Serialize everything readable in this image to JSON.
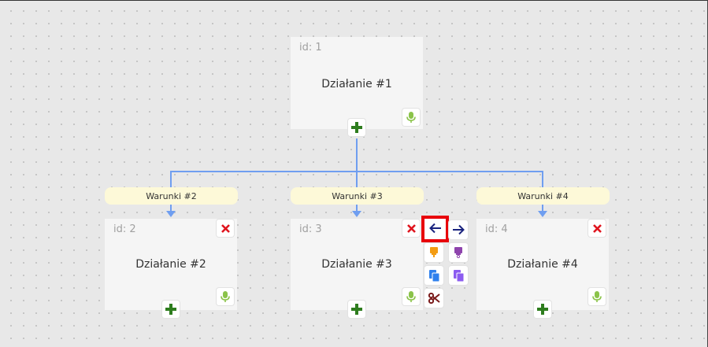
{
  "nodes": {
    "n1": {
      "id_label": "id: 1",
      "title": "Działanie #1"
    },
    "n2": {
      "id_label": "id: 2",
      "title": "Działanie #2"
    },
    "n3": {
      "id_label": "id: 3",
      "title": "Działanie #3"
    },
    "n4": {
      "id_label": "id: 4",
      "title": "Działanie #4"
    }
  },
  "conditions": {
    "c2": "Warunki #2",
    "c3": "Warunki #3",
    "c4": "Warunki #4"
  },
  "colors": {
    "connector": "#6f9ef0",
    "add": "#2e7d1e",
    "delete": "#e0141e",
    "mic": "#8bc34a",
    "arrow": "#1a237e",
    "highlight": "#e8000a",
    "paste_above": "#f39c12",
    "paste_below": "#8e44ad",
    "copy": "#2f80ed",
    "copy_branch": "#8c5cf0",
    "cut": "#7a1a1a"
  },
  "icons": [
    "plus-icon",
    "close-icon",
    "mic-icon",
    "arrow-left-icon",
    "arrow-right-icon",
    "paste-above-icon",
    "paste-below-icon",
    "copy-icon",
    "copy-branch-icon",
    "scissors-icon"
  ]
}
